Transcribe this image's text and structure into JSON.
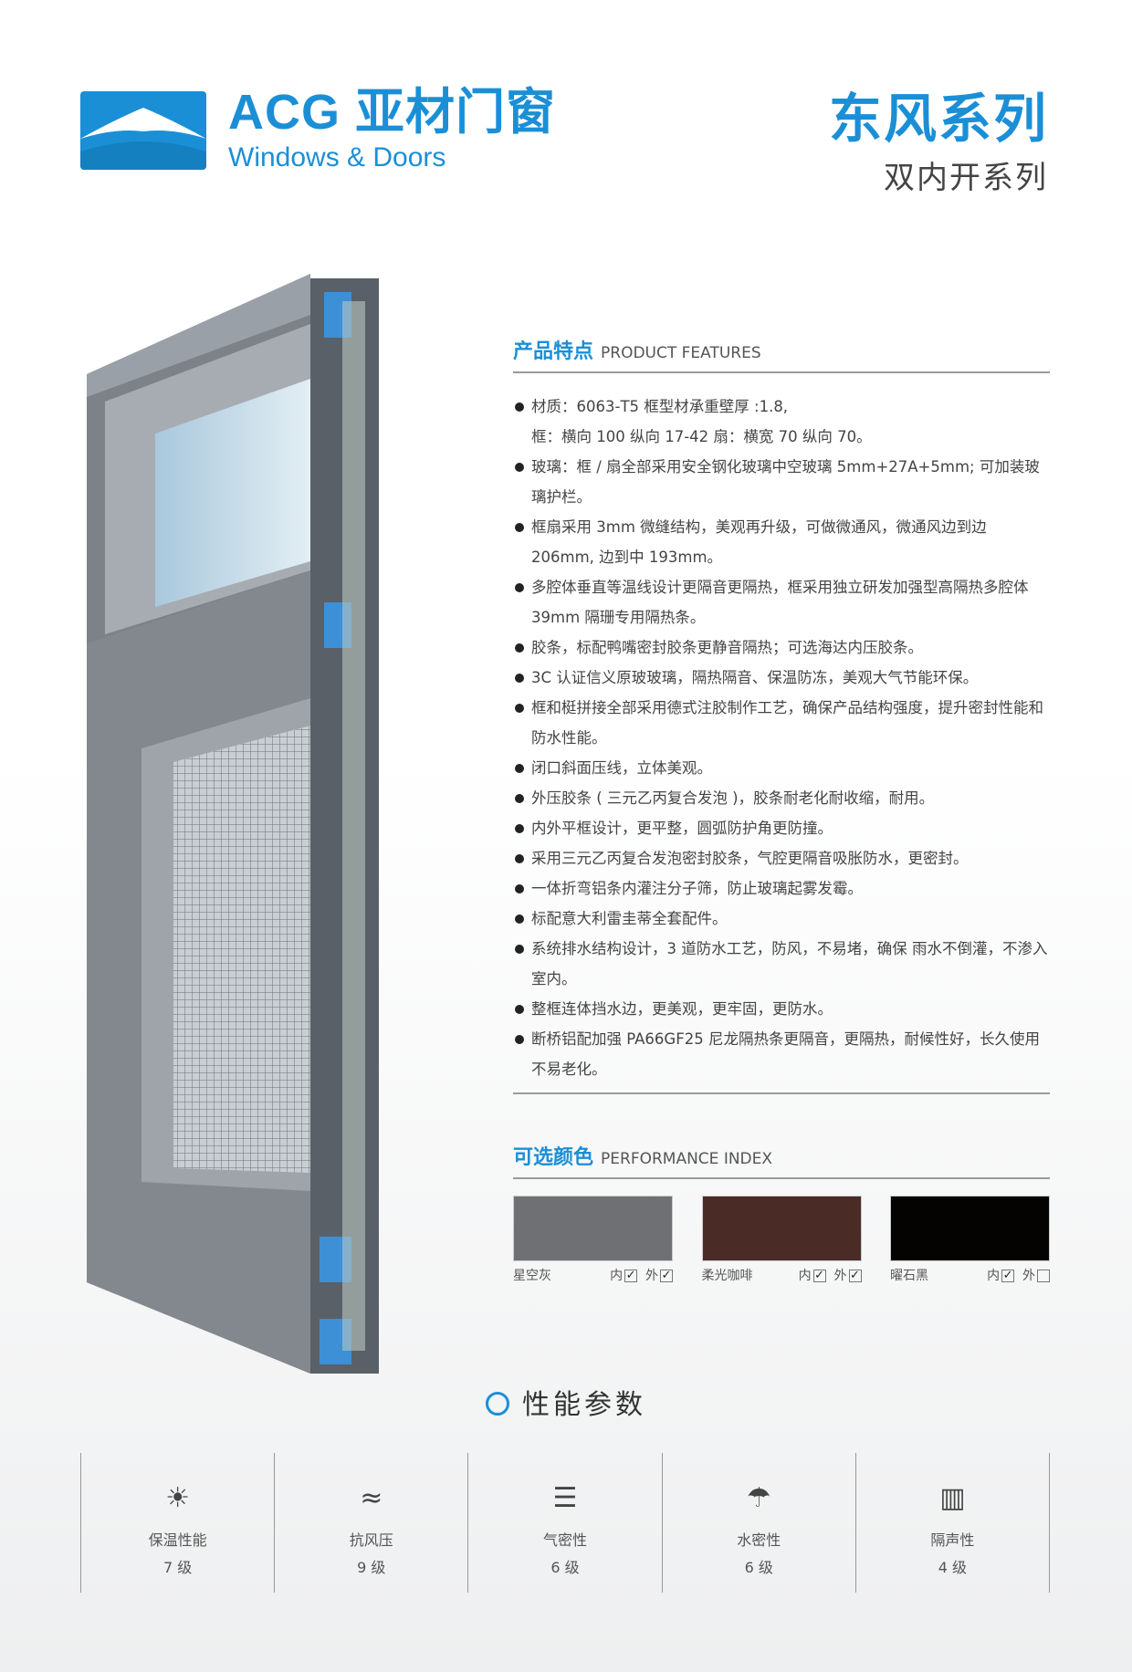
{
  "header": {
    "brand_mark": "ACG 亚材门窗",
    "brand_sub": "Windows & Doors",
    "title": "东风系列",
    "subtitle": "双内开系列"
  },
  "features": {
    "title_cn": "产品特点",
    "title_en": "PRODUCT FEATURES",
    "items": [
      "材质：6063-T5 框型材承重壁厚 :1.8,\n框：横向 100 纵向 17-42 扇：横宽 70 纵向 70。",
      "玻璃：框 / 扇全部采用安全钢化玻璃中空玻璃 5mm+27A+5mm; 可加装玻璃护栏。",
      "框扇采用 3mm 微缝结构，美观再升级，可做微通风，微通风边到边 206mm, 边到中 193mm。",
      "多腔体垂直等温线设计更隔音更隔热，框采用独立研发加强型高隔热多腔体 39mm 隔珊专用隔热条。",
      "胶条，标配鸭嘴密封胶条更静音隔热；可选海达内压胶条。",
      "3C 认证信义原玻玻璃，隔热隔音、保温防冻，美观大气节能环保。",
      "框和梃拼接全部采用德式注胶制作工艺，确保产品结构强度，提升密封性能和防水性能。",
      "闭口斜面压线，立体美观。",
      "外压胶条 ( 三元乙丙复合发泡 )，胶条耐老化耐收缩，耐用。",
      "内外平框设计，更平整，圆弧防护角更防撞。",
      "采用三元乙丙复合发泡密封胶条，气腔更隔音吸胀防水，更密封。",
      "一体折弯铝条内灌注分子筛，防止玻璃起雾发霉。",
      "标配意大利雷圭蒂全套配件。",
      "系统排水结构设计，3 道防水工艺，防风，不易堵，确保 雨水不倒灌，不渗入室内。",
      "整框连体挡水边，更美观，更牢固，更防水。",
      "断桥铝配加强 PA66GF25 尼龙隔热条更隔音，更隔热，耐候性好，长久使用不易老化。"
    ]
  },
  "colors": {
    "title_cn": "可选颜色",
    "title_en": "PERFORMANCE INDEX",
    "inner_label": "内",
    "outer_label": "外",
    "items": [
      {
        "name": "星空灰",
        "hex": "#6e7073",
        "inner": true,
        "outer": true
      },
      {
        "name": "柔光咖啡",
        "hex": "#4a2b26",
        "inner": true,
        "outer": true
      },
      {
        "name": "曜石黑",
        "hex": "#050202",
        "inner": true,
        "outer": false
      }
    ]
  },
  "performance": {
    "title": "性能参数",
    "items": [
      {
        "name": "保温性能",
        "level": "7 级",
        "icon": "thermal-icon"
      },
      {
        "name": "抗风压",
        "level": "9 级",
        "icon": "wind-pressure-icon"
      },
      {
        "name": "气密性",
        "level": "6 级",
        "icon": "air-tight-icon"
      },
      {
        "name": "水密性",
        "level": "6 级",
        "icon": "umbrella-rain-icon"
      },
      {
        "name": "隔声性",
        "level": "4 级",
        "icon": "sound-icon"
      }
    ]
  },
  "accent": "#1b8fd6"
}
